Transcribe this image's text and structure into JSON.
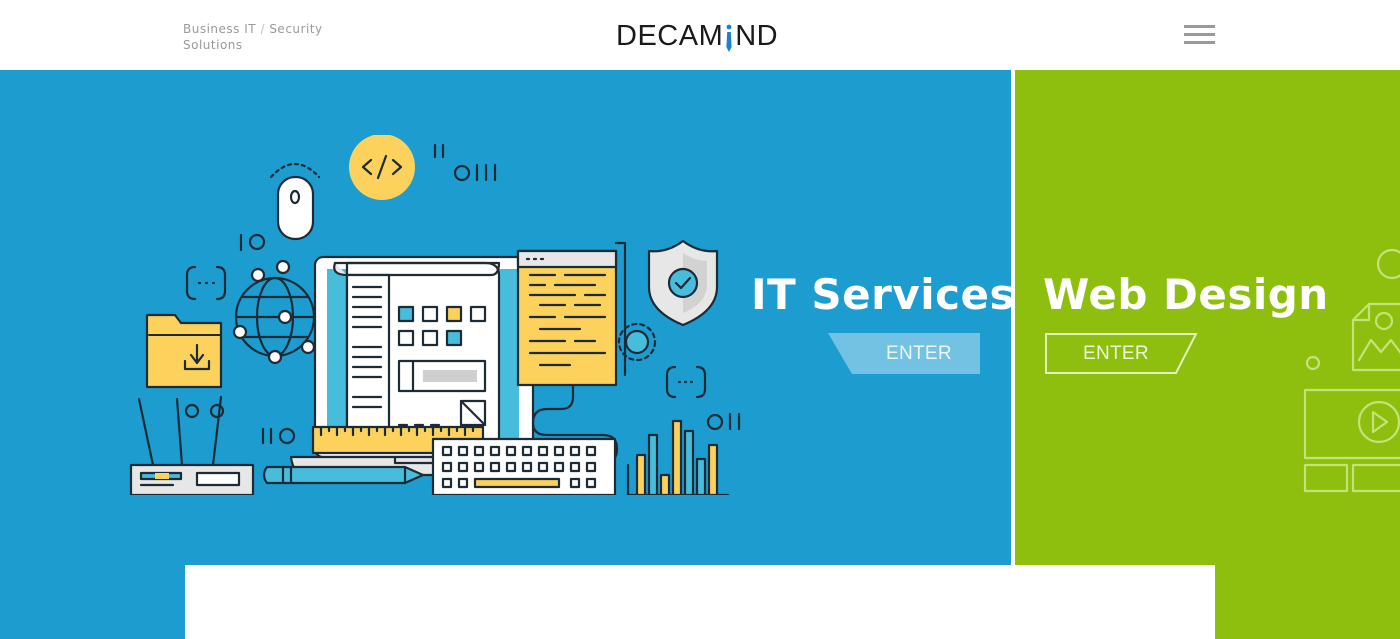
{
  "header": {
    "tagline_part1": "Business IT",
    "tagline_sep": "/",
    "tagline_part2": "Security Solutions",
    "logo_left": "DECAM",
    "logo_right": "ND",
    "menu_icon": "hamburger-menu-icon"
  },
  "panels": [
    {
      "title": "IT Services",
      "button_label": "ENTER",
      "background": "#1c9ccf",
      "illustration": "it-services-illustration"
    },
    {
      "title": "Web Design",
      "button_label": "ENTER",
      "background": "#8ebf0e",
      "illustration": "web-design-illustration"
    }
  ],
  "colors": {
    "accent_yellow": "#fcd25c",
    "line_dark": "#1d2b36",
    "light_blue": "#48bddb",
    "brand_blue": "#1c9ccf",
    "brand_green": "#8ebf0e"
  }
}
